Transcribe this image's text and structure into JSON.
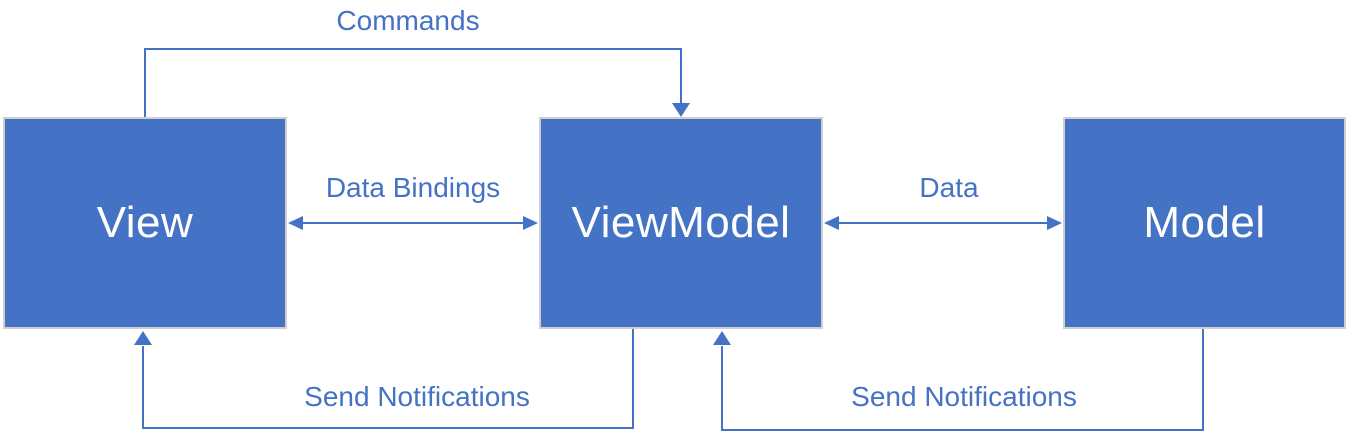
{
  "diagram": {
    "nodes": [
      {
        "id": "view",
        "label": "View"
      },
      {
        "id": "viewmodel",
        "label": "ViewModel"
      },
      {
        "id": "model",
        "label": "Model"
      }
    ],
    "edges": [
      {
        "id": "commands",
        "label": "Commands",
        "from": "view",
        "to": "viewmodel",
        "direction": "one-way"
      },
      {
        "id": "data-bindings",
        "label": "Data Bindings",
        "from": "view",
        "to": "viewmodel",
        "direction": "two-way"
      },
      {
        "id": "data",
        "label": "Data",
        "from": "viewmodel",
        "to": "model",
        "direction": "two-way"
      },
      {
        "id": "send-notifications-to-view",
        "label": "Send Notifications",
        "from": "viewmodel",
        "to": "view",
        "direction": "one-way"
      },
      {
        "id": "send-notifications-to-viewmodel",
        "label": "Send Notifications",
        "from": "model",
        "to": "viewmodel",
        "direction": "one-way"
      }
    ],
    "colors": {
      "node_fill": "#4472C4",
      "node_border": "#D0CECE",
      "node_text": "#FFFFFF",
      "line": "#4472C4",
      "label_text": "#4472C4",
      "background": "#FFFFFF"
    }
  }
}
